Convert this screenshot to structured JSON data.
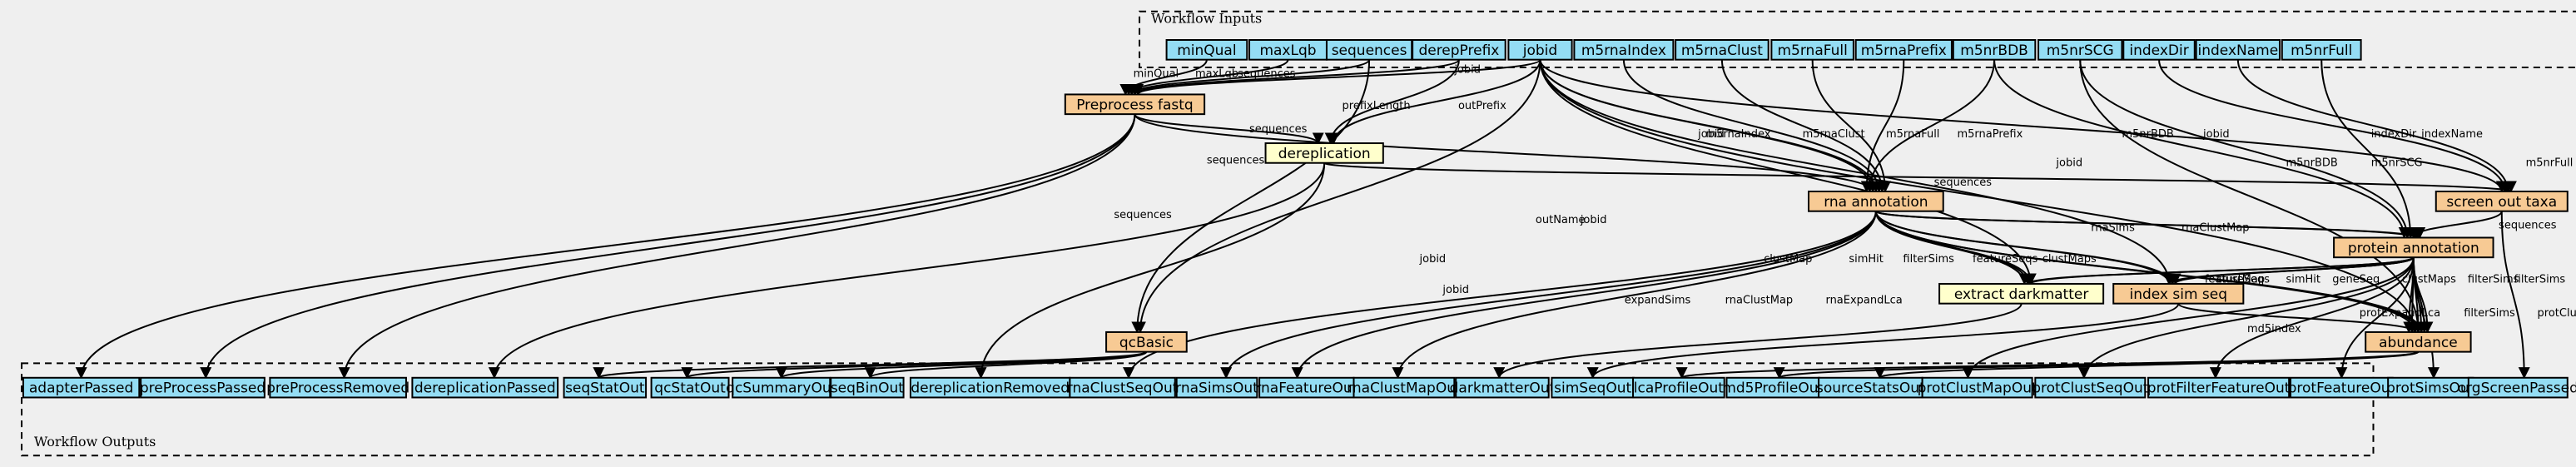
{
  "clusters": {
    "inputs": "Workflow Inputs",
    "outputs": "Workflow Outputs"
  },
  "colors": {
    "io": "#94ddf4",
    "step": "#f7ca94",
    "tool": "#ffffcc"
  },
  "nodes": {
    "minQual": "minQual",
    "maxLqb": "maxLqb",
    "sequences": "sequences",
    "derepPrefix": "derepPrefix",
    "jobid": "jobid",
    "m5rnaIndex": "m5rnaIndex",
    "m5rnaClust": "m5rnaClust",
    "m5rnaFull": "m5rnaFull",
    "m5rnaPrefix": "m5rnaPrefix",
    "m5nrBDB": "m5nrBDB",
    "m5nrSCG": "m5nrSCG",
    "indexDir": "indexDir",
    "indexName": "indexName",
    "m5nrFull": "m5nrFull",
    "preprocess": "Preprocess fastq",
    "dereplication": "dereplication",
    "rna": "rna annotation",
    "screen": "screen out taxa",
    "protein": "protein annotation",
    "darkmatter": "extract darkmatter",
    "indexsim": "index sim seq",
    "abundance": "abundance",
    "qcBasic": "qcBasic",
    "adapterPassed": "adapterPassed",
    "preProcessPassed": "preProcessPassed",
    "preProcessRemoved": "preProcessRemoved",
    "dereplicationPassed": "dereplicationPassed",
    "seqStatOut": "seqStatOut",
    "qcStatOut": "qcStatOut",
    "qcSummaryOut": "qcSummaryOut",
    "seqBinOut": "seqBinOut",
    "dereplicationRemoved": "dereplicationRemoved",
    "rnaClustSeqOut": "rnaClustSeqOut",
    "rnaSimsOut": "rnaSimsOut",
    "rnaFeatureOut": "rnaFeatureOut",
    "rnaClustMapOut": "rnaClustMapOut",
    "darkmatterOut": "darkmatterOut",
    "simSeqOut": "simSeqOut",
    "lcaProfileOut": "lcaProfileOut",
    "md5ProfileOut": "md5ProfileOut",
    "sourceStatsOut": "sourceStatsOut",
    "protClustMapOut": "protClustMapOut",
    "protClustSeqOut": "protClustSeqOut",
    "protFilterFeatureOut": "protFilterFeatureOut",
    "protFeatureOut": "protFeatureOut",
    "protSimsOut": "protSimsOut",
    "orgScreenPassed": "orgScreenPassed"
  },
  "edge_labels": {
    "minQual": "minQual",
    "maxLqb": "maxLqb",
    "sequences": "sequences",
    "jobid": "jobid",
    "prefixLength": "prefixLength",
    "outPrefix": "outPrefix",
    "m5rnaIndex": "m5rnaIndex",
    "m5rnaClust": "m5rnaClust",
    "m5rnaFull": "m5rnaFull",
    "m5rnaPrefix": "m5rnaPrefix",
    "m5nrBDB": "m5nrBDB",
    "m5nrSCG": "m5nrSCG",
    "indexDir": "indexDir",
    "indexName": "indexName",
    "m5nrFull": "m5nrFull",
    "outName": "outName",
    "rnaSims": "rnaSims",
    "rnaClustMap": "rnaClustMap",
    "clustMap": "clustMap",
    "simHit": "simHit",
    "filterSims": "filterSims",
    "featureSeqs": "featureSeqs",
    "clustMaps": "clustMaps",
    "expandSims": "expandSims",
    "rnaExpandLca": "rnaExpandLca",
    "geneSeq": "geneSeq",
    "md5index": "md5index",
    "protExpandLca": "protExpandLca",
    "protClustMap": "protClustMap"
  }
}
